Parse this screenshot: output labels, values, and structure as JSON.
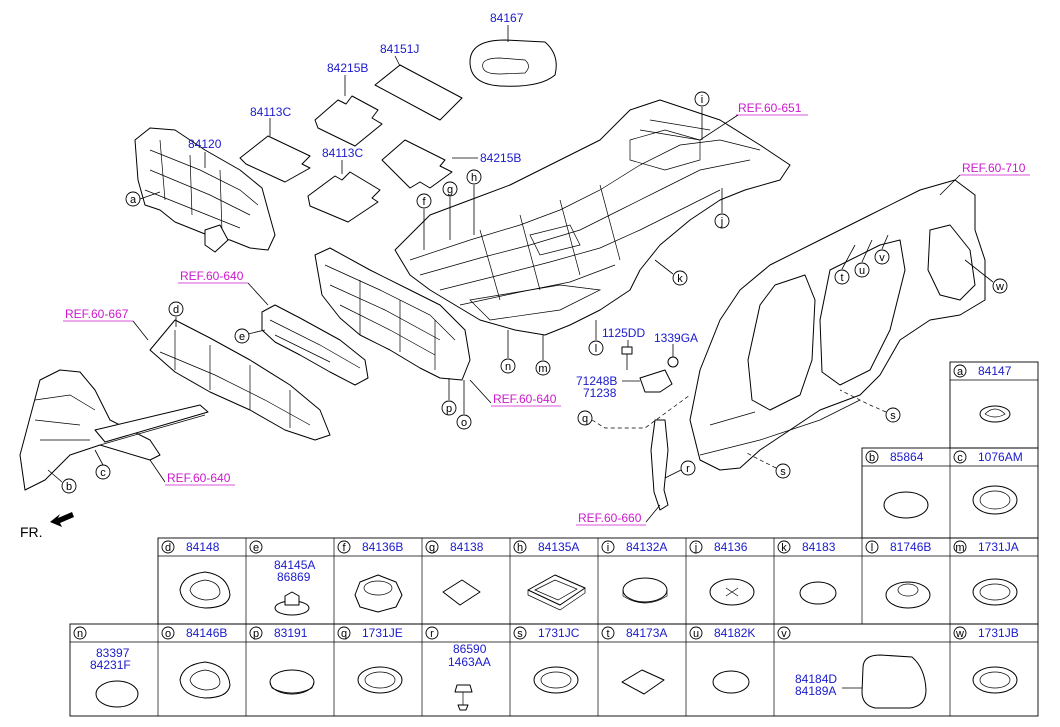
{
  "callouts": {
    "p84167": "84167",
    "p84151J": "84151J",
    "p84215B_a": "84215B",
    "p84113C_a": "84113C",
    "p84120": "84120",
    "p84113C_b": "84113C",
    "p84215B_b": "84215B",
    "p1125DD": "1125DD",
    "p1339GA": "1339GA",
    "p71248B": "71248B",
    "p71238": "71238"
  },
  "refs": {
    "r651": "REF.60-651",
    "r710": "REF.60-710",
    "r640a": "REF.60-640",
    "r667": "REF.60-667",
    "r640b": "REF.60-640",
    "r640c": "REF.60-640",
    "r660": "REF.60-660"
  },
  "front_label": "FR.",
  "legend": {
    "a": {
      "letter": "a",
      "part": "84147"
    },
    "b": {
      "letter": "b",
      "part": "85864"
    },
    "c": {
      "letter": "c",
      "part": "1076AM"
    },
    "d": {
      "letter": "d",
      "part": "84148"
    },
    "e": {
      "letter": "e",
      "part_top": "84145A",
      "part_bottom": "86869"
    },
    "f": {
      "letter": "f",
      "part": "84136B"
    },
    "g": {
      "letter": "g",
      "part": "84138"
    },
    "h": {
      "letter": "h",
      "part": "84135A"
    },
    "i": {
      "letter": "i",
      "part": "84132A"
    },
    "j": {
      "letter": "j",
      "part": "84136"
    },
    "k": {
      "letter": "k",
      "part": "84183"
    },
    "l": {
      "letter": "l",
      "part": "81746B"
    },
    "m": {
      "letter": "m",
      "part": "1731JA"
    },
    "n": {
      "letter": "n",
      "part_top": "83397",
      "part_bottom": "84231F"
    },
    "o": {
      "letter": "o",
      "part": "84146B"
    },
    "p": {
      "letter": "p",
      "part": "83191"
    },
    "q": {
      "letter": "q",
      "part": "1731JE"
    },
    "r": {
      "letter": "r",
      "part_top": "86590",
      "part_bottom": "1463AA"
    },
    "s": {
      "letter": "s",
      "part": "1731JC"
    },
    "t": {
      "letter": "t",
      "part": "84173A"
    },
    "u": {
      "letter": "u",
      "part": "84182K"
    },
    "v": {
      "letter": "v",
      "part_top": "84184D",
      "part_bottom": "84189A"
    },
    "w": {
      "letter": "w",
      "part": "1731JB"
    }
  },
  "diagram_letters": {
    "a": "a",
    "b": "b",
    "c": "c",
    "d": "d",
    "e": "e",
    "f": "f",
    "g": "g",
    "h": "h",
    "i": "i",
    "j": "j",
    "k": "k",
    "l": "l",
    "m": "m",
    "n": "n",
    "o": "o",
    "p": "p",
    "q": "q",
    "r": "r",
    "s1": "s",
    "s2": "s",
    "t": "t",
    "u": "u",
    "v": "v",
    "w": "w"
  },
  "colors": {
    "part_number": "#1a1acc",
    "reference": "#cc1acc",
    "line": "#000000"
  }
}
